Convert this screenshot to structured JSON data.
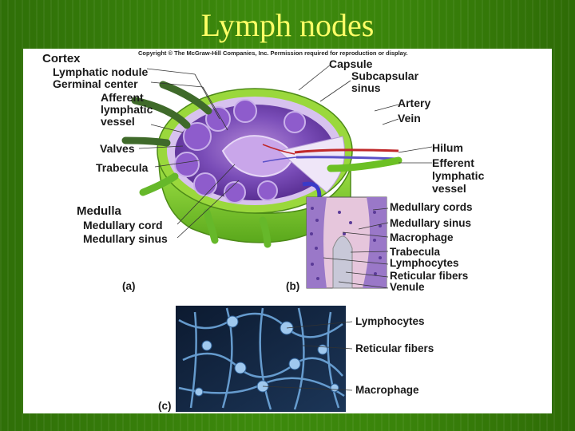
{
  "slide": {
    "title": "Lymph nodes"
  },
  "figure": {
    "copyright": "Copyright © The McGraw-Hill Companies, Inc. Permission required for reproduction or display.",
    "panel_labels": {
      "a": "(a)",
      "b": "(b)",
      "c": "(c)"
    },
    "left_labels": {
      "cortex": "Cortex",
      "lymphatic_nodule": "Lymphatic nodule",
      "germinal_center": "Germinal center",
      "afferent_1": "Afferent",
      "afferent_2": "lymphatic",
      "afferent_3": "vessel",
      "valves": "Valves",
      "trabecula": "Trabecula",
      "medulla": "Medulla",
      "medullary_cord": "Medullary cord",
      "medullary_sinus": "Medullary sinus"
    },
    "right_labels": {
      "capsule": "Capsule",
      "subcapsular_1": "Subcapsular",
      "subcapsular_2": "sinus",
      "artery": "Artery",
      "vein": "Vein",
      "hilum": "Hilum",
      "efferent_1": "Efferent",
      "efferent_2": "lymphatic",
      "efferent_3": "vessel"
    },
    "micrograph_b_labels": {
      "medullary_cords": "Medullary cords",
      "medullary_sinus": "Medullary sinus",
      "macrophage": "Macrophage",
      "trabecula": "Trabecula",
      "lymphocytes": "Lymphocytes",
      "reticular_fibers": "Reticular fibers",
      "venule": "Venule"
    },
    "sem_c_labels": {
      "lymphocytes": "Lymphocytes",
      "reticular_fibers": "Reticular fibers",
      "macrophage": "Macrophage"
    },
    "colors": {
      "capsule": "#8fd62f",
      "cortex": "#6a3fa6",
      "medulla": "#c7a3e8",
      "title": "#ffff66",
      "sem": "#2e5f95"
    }
  }
}
